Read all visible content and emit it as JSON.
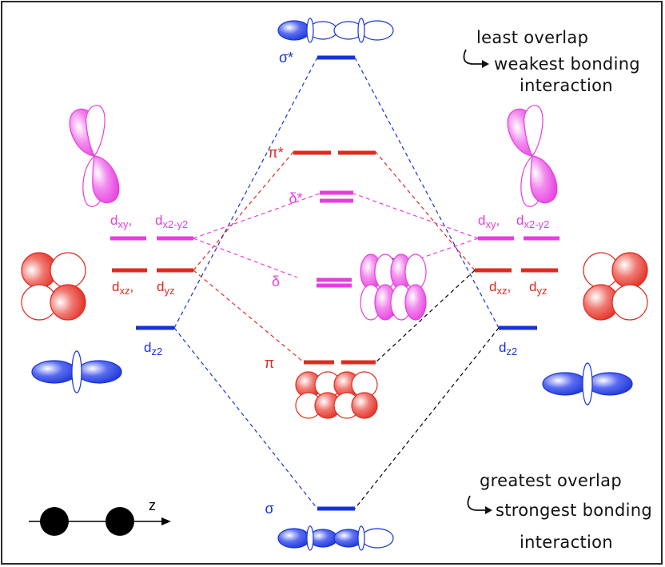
{
  "colors": {
    "sigma": "#1733d6",
    "pi": "#e02a20",
    "delta": "#e83ce0",
    "black": "#000000",
    "frame": "#2b2b2b"
  },
  "levels": {
    "sigma_star": "σ*",
    "pi_star": "π*",
    "delta_star": "δ*",
    "delta": "δ",
    "pi": "π",
    "sigma": "σ"
  },
  "atomic_orbitals": {
    "dxy_base": "d",
    "dxy_sub": "xy",
    "dx2y2_base": "d",
    "dx2y2_sub": "x2-y2",
    "dxz_base": "d",
    "dxz_sub": "xz",
    "dyz_base": "d",
    "dyz_sub": "yz",
    "dz2_base": "d",
    "dz2_sub": "z2",
    "comma": ","
  },
  "axis": {
    "z_label": "z"
  },
  "annotations": {
    "top_line1": "least overlap",
    "top_line2": "weakest bonding",
    "top_line3": "interaction",
    "bottom_line1": "greatest overlap",
    "bottom_line2": "strongest bonding",
    "bottom_line3": "interaction"
  }
}
